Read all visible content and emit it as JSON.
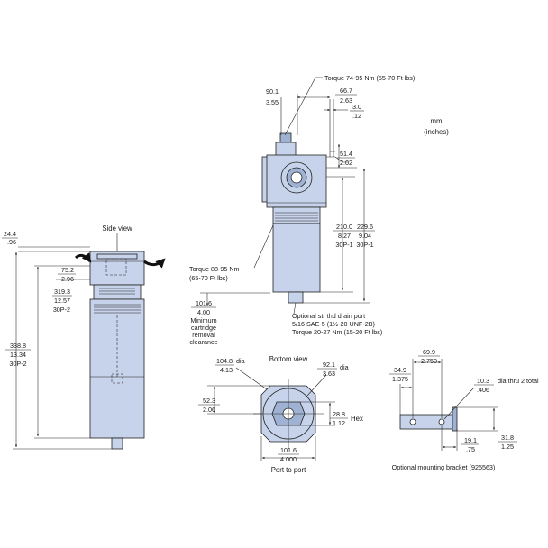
{
  "units": {
    "mm": "mm",
    "inches": "(inches)"
  },
  "side_view": {
    "title": "Side view",
    "d1": {
      "mm": "24.4",
      "in": ".96"
    },
    "d2": {
      "mm": "75.2",
      "in": "2.96"
    },
    "d3": {
      "mm": "319.3",
      "in": "12.57",
      "note": "30P-2"
    },
    "d4": {
      "mm": "338.8",
      "in": "13.34",
      "note": "30P-2"
    },
    "d5": {
      "mm": "101.6",
      "in": "4.00"
    },
    "clearance": [
      "Minimum",
      "cartridge",
      "removal",
      "clearance"
    ]
  },
  "front_view": {
    "torque_top": "Torque 74-95 Nm (55-70 Ft lbs)",
    "d1": {
      "mm": "90.1",
      "in": "3.55"
    },
    "d2": {
      "mm": "66.7",
      "in": "2.63"
    },
    "d3": {
      "mm": "3.0",
      "in": ".12"
    },
    "d4": {
      "mm": "51.4",
      "in": "2.02"
    },
    "d5": {
      "mm": "210.0",
      "in": "8.27",
      "note": "30P-1"
    },
    "d6": {
      "mm": "229.6",
      "in": "9.04",
      "note": "30P-1"
    },
    "torque_bowl": [
      "Torque 88-95 Nm",
      "(65-70 Ft lbs)"
    ],
    "drain": [
      "Optional str thd drain port",
      "5/16 SAE-5 (1½-20 UNF-2B)",
      "Torque 20-27 Nm (15-20 Ft lbs)"
    ]
  },
  "bottom_view": {
    "title": "Bottom view",
    "d1": {
      "mm": "104.8",
      "in": "4.13",
      "note": "dia"
    },
    "d2": {
      "mm": "92.1",
      "in": "3.63",
      "note": "dia"
    },
    "d3": {
      "mm": "52.3",
      "in": "2.06"
    },
    "d4": {
      "mm": "28.8",
      "in": "1.12",
      "note": "Hex"
    },
    "d5": {
      "mm": "101.6",
      "in": "4.000"
    },
    "caption": "Port to port"
  },
  "bracket": {
    "d1": {
      "mm": "69.9",
      "in": "2.750"
    },
    "d2": {
      "mm": "34.9",
      "in": "1.375"
    },
    "d3": {
      "mm": "10.3",
      "in": ".406",
      "note": "dia thru 2 total"
    },
    "d4": {
      "mm": "19.1",
      "in": ".75"
    },
    "d5": {
      "mm": "31.8",
      "in": "1.25"
    },
    "caption": "Optional mounting bracket (925563)"
  }
}
